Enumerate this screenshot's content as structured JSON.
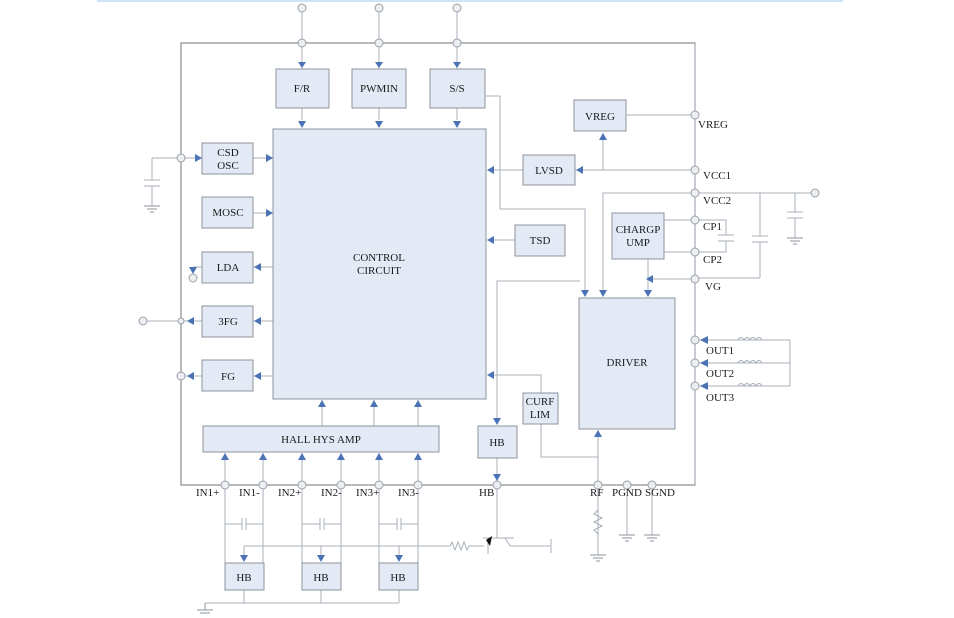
{
  "diagram": {
    "type": "block-diagram",
    "subject": "Motor driver IC internal block diagram",
    "accent_color": "#4a72b4",
    "block_fill": "#e3eaf5",
    "blocks": {
      "fr": "F/R",
      "pwmin": "PWMIN",
      "ss": "S/S",
      "vreg": "VREG",
      "lvsd": "LVSD",
      "csd_osc": [
        "CSD",
        "OSC"
      ],
      "mosc": "MOSC",
      "lda": "LDA",
      "fg3": "3FG",
      "fg": "FG",
      "control": [
        "CONTROL",
        "CIRCUIT"
      ],
      "tsd": "TSD",
      "chargpump": [
        "CHARGP",
        "UMP"
      ],
      "driver": "DRIVER",
      "curflim": [
        "CURF",
        "LIM"
      ],
      "hb_internal": "HB",
      "hall_amp": "HALL HYS AMP",
      "hb_sensors": [
        "HB",
        "HB",
        "HB"
      ]
    },
    "pins": {
      "vreg": "VREG",
      "vcc1": "VCC1",
      "vcc2": "VCC2",
      "cp1": "CP1",
      "cp2": "CP2",
      "vg": "VG",
      "out1": "OUT1",
      "out2": "OUT2",
      "out3": "OUT3",
      "in1p": "IN1+",
      "in1n": "IN1-",
      "in2p": "IN2+",
      "in2n": "IN2-",
      "in3p": "IN3+",
      "in3n": "IN3-",
      "hb": "HB",
      "rf": "RF",
      "pgnd": "PGND",
      "sgnd": "SGND"
    }
  }
}
